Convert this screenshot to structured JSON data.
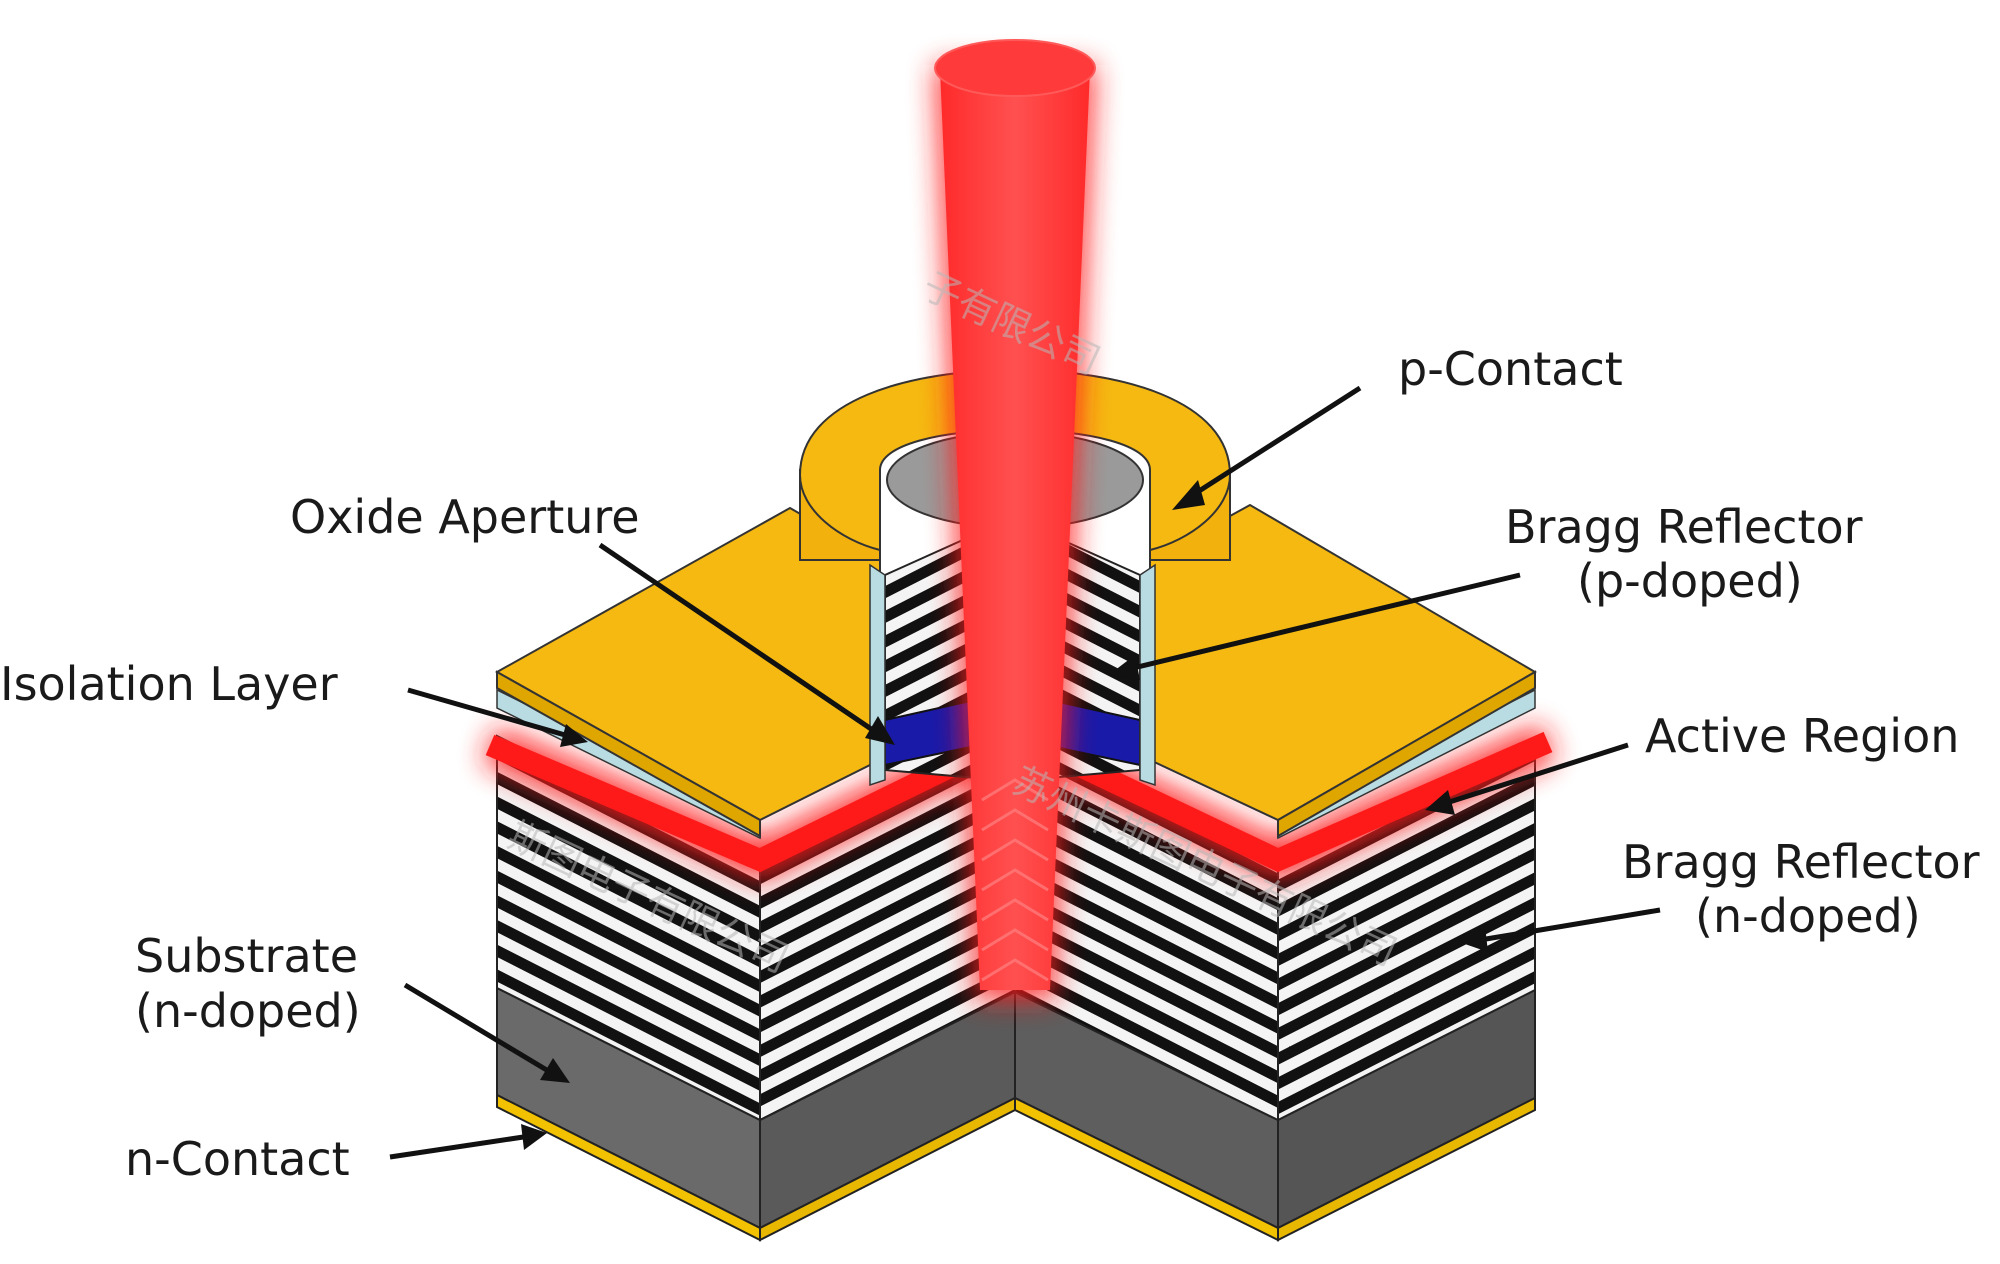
{
  "labels": {
    "p_contact": "p-Contact",
    "oxide_aperture": "Oxide Aperture",
    "bragg_p_line1": "Bragg Reflector",
    "bragg_p_line2": "(p-doped)",
    "isolation_layer": "Isolation Layer",
    "active_region": "Active Region",
    "bragg_n_line1": "Bragg Reflector",
    "bragg_n_line2": "(n-doped)",
    "substrate_line1": "Substrate",
    "substrate_line2": "(n-doped)",
    "n_contact": "n-Contact"
  },
  "watermarks": {
    "top": "子有限公司",
    "middle": "苏州卡斯图电子有限公司",
    "left": "斯图电子有限公司"
  },
  "colors": {
    "gold": "#f5b912",
    "gold_dark": "#d99a00",
    "laser": "#ff1a1a",
    "substrate": "#5a5a5a",
    "oxide": "#1a1aa8",
    "isolation": "#b9dce3"
  }
}
